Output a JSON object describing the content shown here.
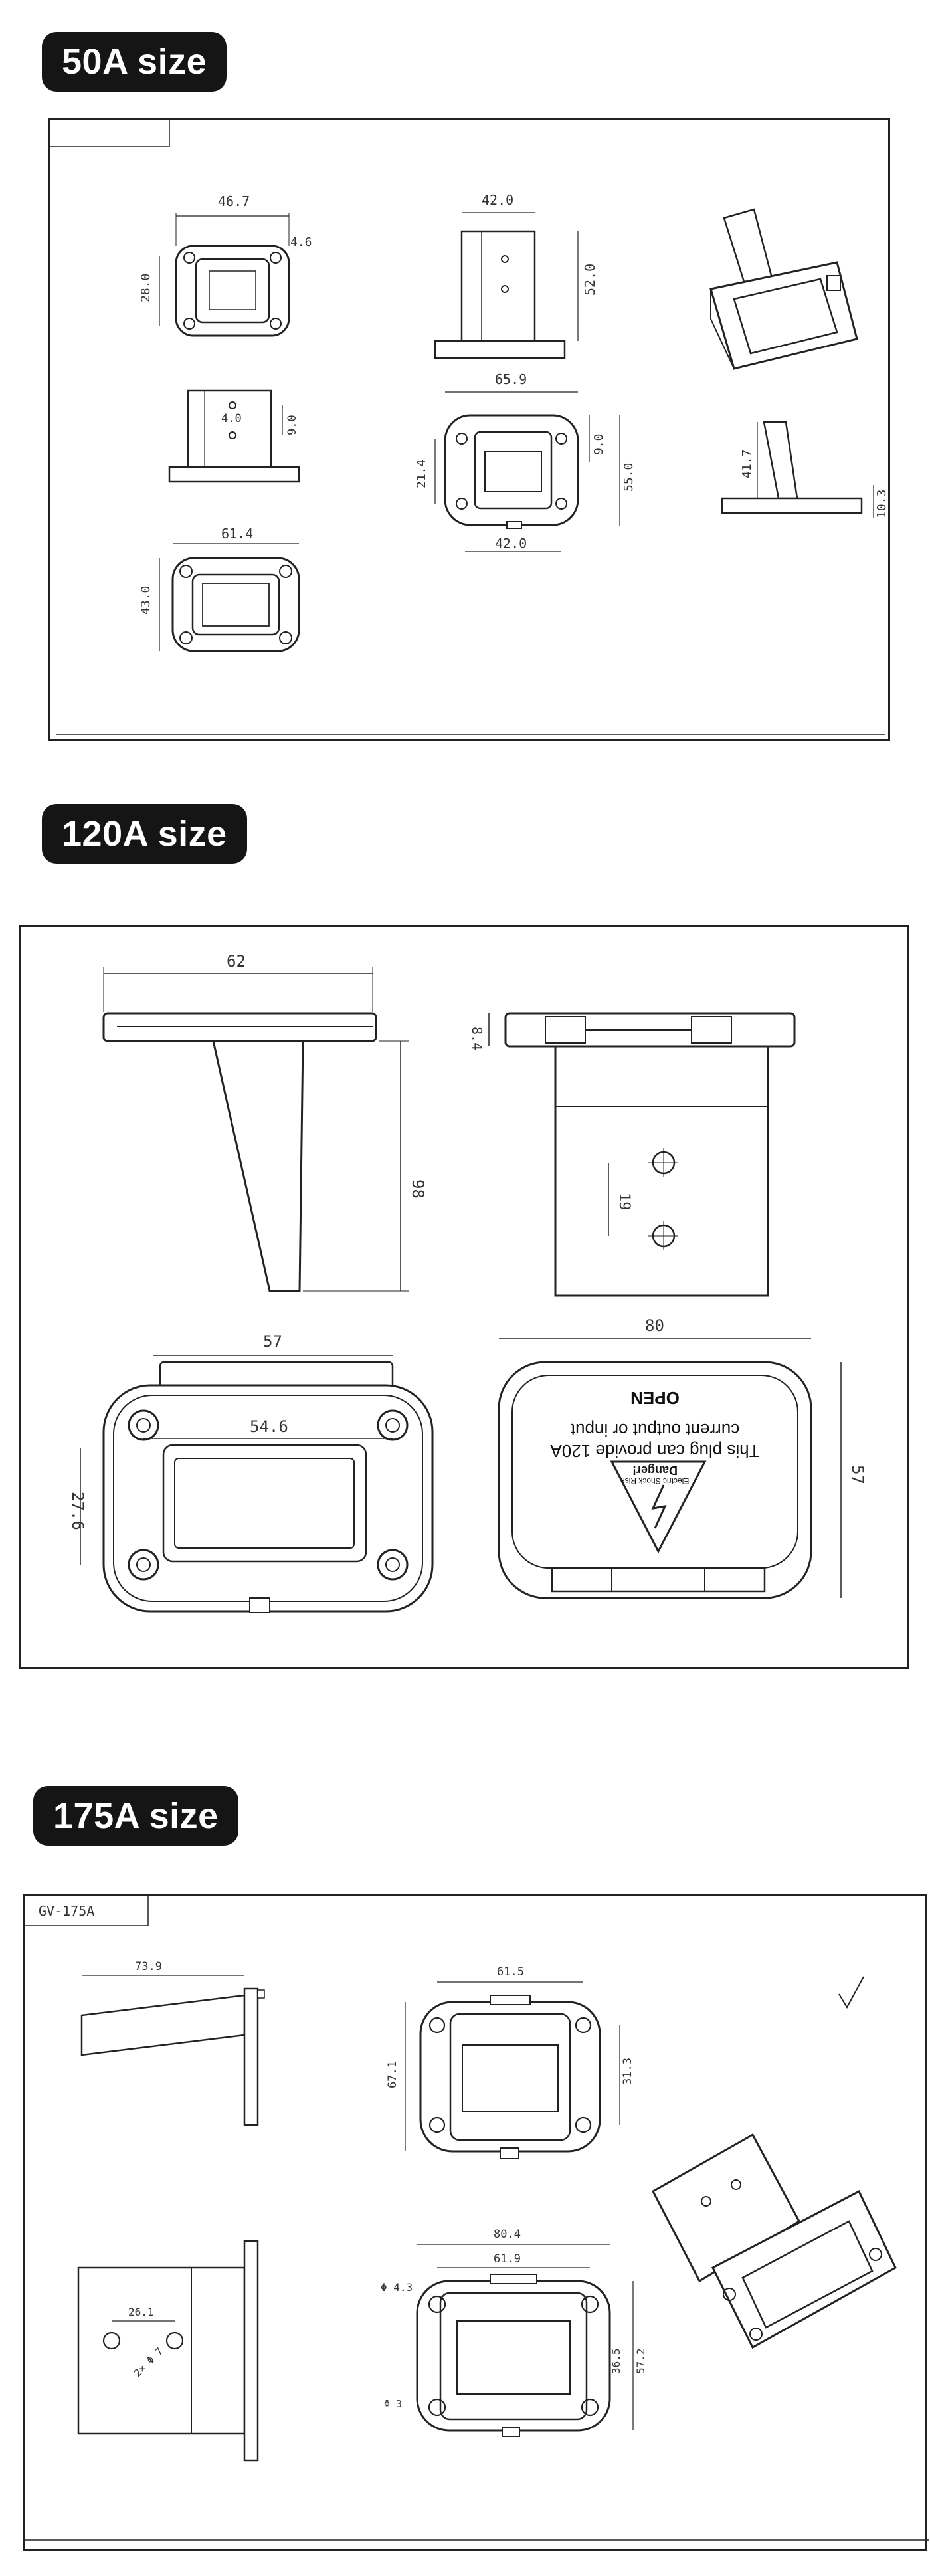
{
  "sections": [
    {
      "id": "50a",
      "title": "50A size"
    },
    {
      "id": "120a",
      "title": "120A size"
    },
    {
      "id": "175a",
      "title": "175A size"
    }
  ],
  "dims_50a": {
    "w1": "46.7",
    "d1": "4.6",
    "h1": "28.0",
    "w2": "42.0",
    "h2": "52.0",
    "d2": "4.0",
    "h3": "9.0",
    "w3": "65.9",
    "h4": "21.4",
    "h5": "9.0",
    "h6": "55.0",
    "w4": "42.0",
    "h7": "41.7",
    "h8": "10.3",
    "w5": "61.4",
    "h9": "43.0"
  },
  "dims_120a": {
    "w1": "62",
    "h1": "8.4",
    "h2": "98",
    "h3": "19",
    "w2": "57",
    "w3": "54.6",
    "h4": "27.6",
    "w4": "80",
    "h5": "57"
  },
  "cap_120a": {
    "open": "OPEN",
    "danger": "Danger!",
    "danger_sub": "Electric Shock Risk",
    "line1": "This plug can provide 120A",
    "line2": "current output or input"
  },
  "dims_175a": {
    "label": "GV-175A",
    "w1": "73.9",
    "w2": "61.5",
    "h1": "67.1",
    "h2": "31.3",
    "w3": "80.4",
    "w4": "61.9",
    "d1": "Φ 4.3",
    "h3": "36.5",
    "h4": "57.2",
    "d2": "Φ 3",
    "w5": "26.1",
    "d3": "2× Φ 7"
  },
  "colors": {
    "badge": "#151515",
    "badge_text": "#ffffff",
    "line": "#222222"
  }
}
